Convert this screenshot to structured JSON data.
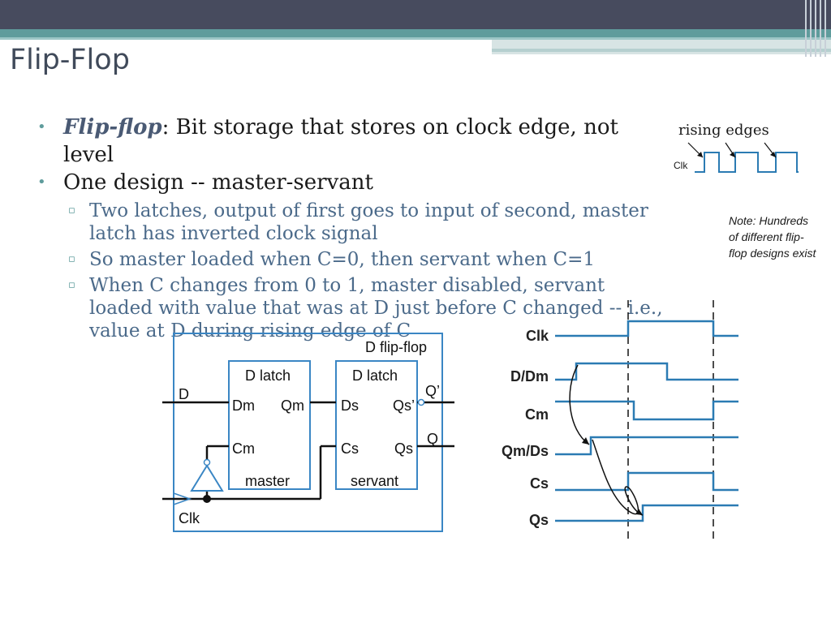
{
  "slide": {
    "title": "Flip-Flop",
    "bullet1_term": "Flip-flop",
    "bullet1_rest": ": Bit storage that stores on clock edge, not level",
    "bullet2": "One design -- master-servant",
    "sub1": "Two latches, output of first goes to input of second, master latch has inverted clock signal",
    "sub2": "So master loaded when C=0, then servant when C=1",
    "sub3": "When C changes from 0 to 1, master disabled, servant loaded with value that was at D just before C changed -- i.e., value at D during rising edge of C"
  },
  "rising_edges": {
    "label": "rising edges",
    "clk_label": "Clk"
  },
  "note": "Note: Hundreds of different flip-flop designs exist",
  "circuit": {
    "title": "D flip-flop",
    "d_in": "D",
    "clk_in": "Clk",
    "q_bar_out": "Q’",
    "q_out": "Q",
    "master": {
      "header": "D latch",
      "d_pin": "Dm",
      "q_pin": "Qm",
      "c_pin": "Cm",
      "name": "master"
    },
    "servant": {
      "header": "D latch",
      "d_pin": "Ds",
      "q_pin": "Qs’",
      "c_pin": "Cs",
      "qs_pin": "Qs",
      "name": "servant"
    }
  },
  "timing": {
    "signals": [
      "Clk",
      "D/Dm",
      "Cm",
      "Qm/Ds",
      "Cs",
      "Qs"
    ]
  },
  "colors": {
    "accent_teal": "#5f9c9c",
    "waveform_blue": "#2b7bb3",
    "circuit_blue": "#3a86c4"
  }
}
